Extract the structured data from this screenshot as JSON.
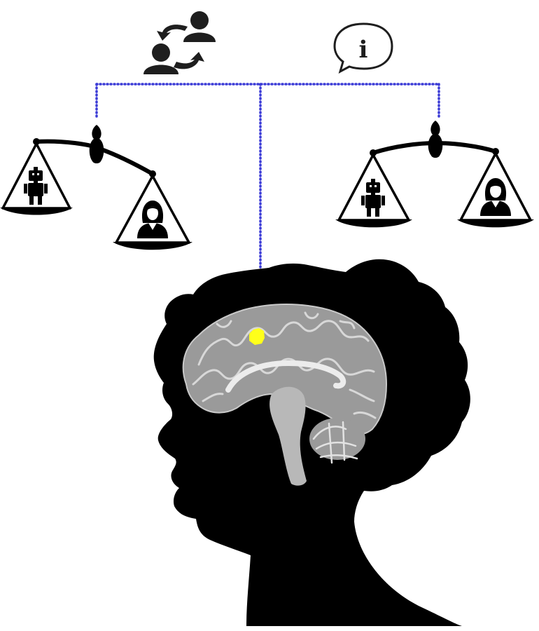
{
  "icons": {
    "top_left": "people-exchange-icon",
    "top_right": "info-speech-bubble-icon",
    "info_glyph": "i"
  },
  "scales": [
    {
      "name": "left-scale",
      "tilt": "left-heavy",
      "left_pan": "robot-icon",
      "right_pan": "woman-icon"
    },
    {
      "name": "right-scale",
      "tilt": "balanced",
      "left_pan": "robot-icon",
      "right_pan": "woman-icon"
    }
  ],
  "colors": {
    "connector": "#3b3bd6",
    "highlight": "#ffff1a",
    "silhouette": "#000000",
    "brain_fill": "#9a9a9a",
    "brain_light": "#d4d4d4"
  }
}
